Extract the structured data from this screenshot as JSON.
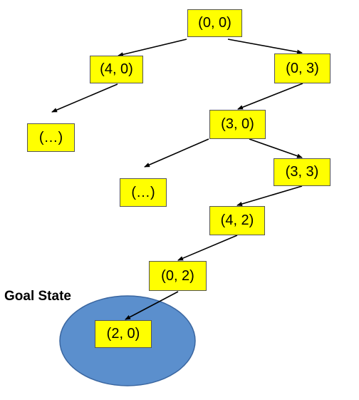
{
  "goal_label": "Goal State",
  "colors": {
    "node_fill": "#ffff00",
    "node_border": "#555555",
    "goal_ellipse_fill": "#5b8fcd",
    "goal_ellipse_stroke": "#3a66a0",
    "edge": "#000000"
  },
  "nodes": {
    "n00": "(0, 0)",
    "n40": "(4, 0)",
    "n03": "(0, 3)",
    "nl1": "(…)",
    "n30": "(3, 0)",
    "nl2": "(…)",
    "n33": "(3, 3)",
    "n42": "(4, 2)",
    "n02": "(0, 2)",
    "n20": "(2, 0)"
  },
  "edges": [
    [
      "n00",
      "n40"
    ],
    [
      "n00",
      "n03"
    ],
    [
      "n40",
      "nl1"
    ],
    [
      "n03",
      "n30"
    ],
    [
      "n30",
      "nl2"
    ],
    [
      "n30",
      "n33"
    ],
    [
      "n33",
      "n42"
    ],
    [
      "n42",
      "n02"
    ],
    [
      "n02",
      "n20"
    ]
  ]
}
